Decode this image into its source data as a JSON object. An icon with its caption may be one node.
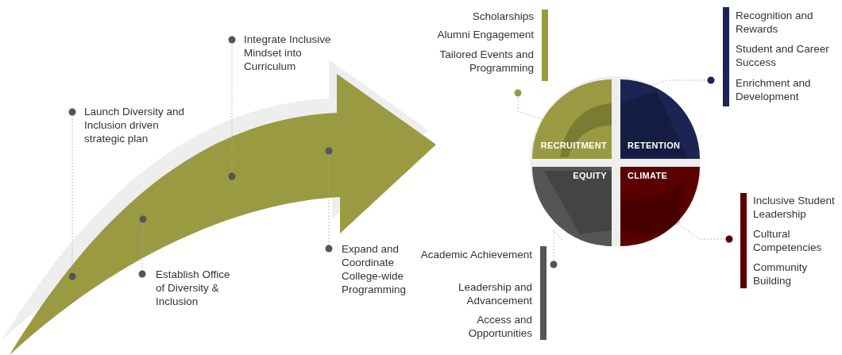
{
  "diagram": {
    "nodes": [
      {
        "text": [
          "Launch Diversity and Inclusion driven strategic plan"
        ]
      },
      {
        "text": [
          "Establish Office of Diversity & Inclusion"
        ]
      },
      {
        "text": [
          "Integrate Inclusive Mindset into Curriculum"
        ]
      },
      {
        "text": [
          "Expand and Coordinate College-wide Programming"
        ]
      },
      {
        "text": [
          "RECRUITMENT"
        ]
      },
      {
        "text": [
          "RETENTION"
        ]
      },
      {
        "text": [
          "EQUITY"
        ]
      },
      {
        "text": [
          "CLIMATE"
        ]
      },
      {
        "text": [
          "Scholarships",
          "Alumni Engagement",
          "Tailored Events and Programming"
        ]
      },
      {
        "text": [
          "Recognition and Rewards",
          "Student and Career Success",
          "Enrichment and Development"
        ]
      },
      {
        "text": [
          "Academic Achievement",
          "Leadership and Advancement",
          "Access and Opportunities"
        ]
      },
      {
        "text": [
          "Inclusive Student Leadership",
          "Cultural Competencies",
          "Community Building"
        ]
      }
    ],
    "edges": [
      {
        "from": 0,
        "to": null,
        "arrow": "other",
        "style": "dashed"
      },
      {
        "from": 1,
        "to": null,
        "arrow": "other",
        "style": "dashed"
      },
      {
        "from": 2,
        "to": null,
        "arrow": "other",
        "style": "dashed"
      },
      {
        "from": 3,
        "to": null,
        "arrow": "other",
        "style": "dashed"
      },
      {
        "from": 4,
        "to": 8,
        "arrow": "other",
        "style": "dashed"
      },
      {
        "from": 5,
        "to": 9,
        "arrow": "other",
        "style": "dashed"
      },
      {
        "from": 6,
        "to": 10,
        "arrow": "other",
        "style": "dashed"
      },
      {
        "from": 7,
        "to": 11,
        "arrow": "other",
        "style": "dashed"
      }
    ]
  }
}
